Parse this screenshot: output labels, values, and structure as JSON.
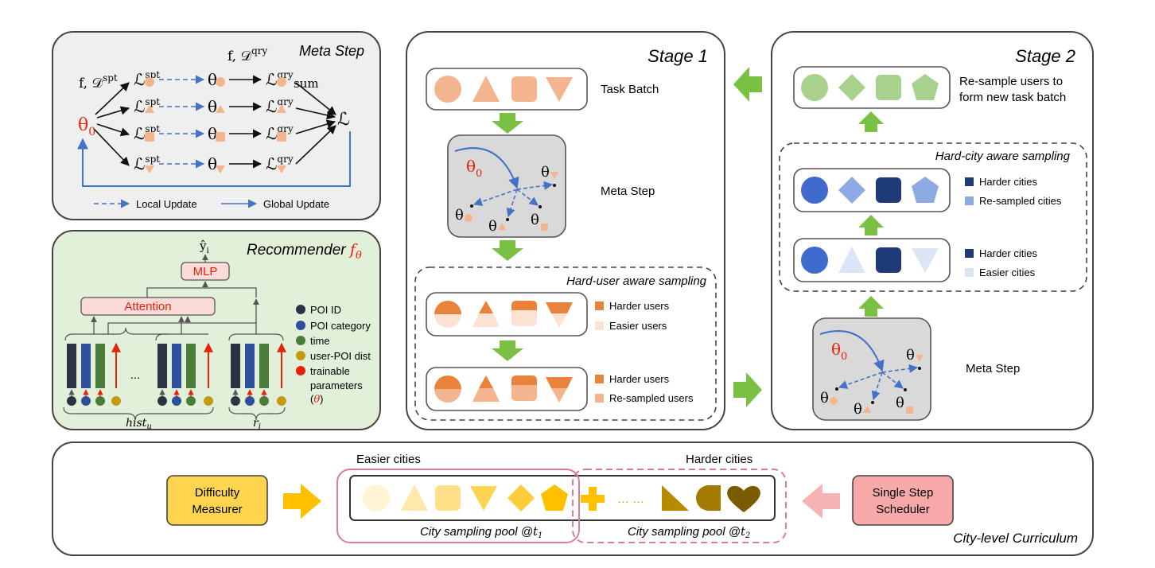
{
  "meta_step_panel": {
    "title": "Meta Step",
    "theta0": "θ",
    "theta0_sub": "0",
    "f_d_spt_prefix": "f, 𝒟",
    "f_d_spt_sup": "spt",
    "f_d_qry_prefix": "f, 𝒟",
    "f_d_qry_sup": "qry",
    "loss_symbol": "ℒ",
    "spt_sup": "spt",
    "qry_sup": "qry",
    "theta": "θ",
    "sum_label": "sum",
    "legend_local": "Local Update",
    "legend_global": "Global Update"
  },
  "recommender_panel": {
    "title_prefix": "Recommender ",
    "title_f": "f",
    "title_sub": "θ",
    "mlp_label": "MLP",
    "attention_label": "Attention",
    "yhat": "ŷ",
    "yhat_sub": "i",
    "ellipsis": "...",
    "hist_label": "hist",
    "hist_sub": "u",
    "r_label": "r",
    "r_sub": "i",
    "legend": [
      {
        "label": "POI ID",
        "color": "#2b3444"
      },
      {
        "label": "POI category",
        "color": "#2e4f99"
      },
      {
        "label": "time",
        "color": "#4a7c3a"
      },
      {
        "label": "user-POI dist",
        "color": "#c49a14"
      },
      {
        "label": "trainable",
        "color": "#e8210c"
      }
    ],
    "legend_cont1": "parameters",
    "legend_cont2_open": "(",
    "legend_cont2_theta": "θ",
    "legend_cont2_close": ")"
  },
  "stage1": {
    "title": "Stage 1",
    "task_batch_label": "Task Batch",
    "meta_step_label": "Meta Step",
    "theta0": "θ",
    "theta0_sub": "0",
    "theta": "θ",
    "hard_user_title": "Hard-user aware sampling",
    "harder_users": "Harder users",
    "easier_users": "Easier users",
    "harder_users2": "Harder users",
    "resampled_users": "Re-sampled users"
  },
  "stage2": {
    "title": "Stage 2",
    "resample_line1": "Re-sample users to",
    "resample_line2": "form new task batch",
    "hard_city_title": "Hard-city aware sampling",
    "harder_cities_1": "Harder cities",
    "resampled_cities": "Re-sampled cities",
    "harder_cities_2": "Harder cities",
    "easier_cities": "Easier cities",
    "meta_step_label": "Meta Step",
    "theta0": "θ",
    "theta0_sub": "0",
    "theta": "θ"
  },
  "curriculum": {
    "title": "City-level Curriculum",
    "easier_cities": "Easier cities",
    "harder_cities": "Harder cities",
    "difficulty_line1": "Difficulty",
    "difficulty_line2": "Measurer",
    "scheduler_line1": "Single Step",
    "scheduler_line2": "Scheduler",
    "pool_t1": "City sampling pool @",
    "pool_t1_var": "t",
    "pool_t1_sub": "1",
    "pool_t2": "City sampling pool @",
    "pool_t2_var": "t",
    "pool_t2_sub": "2",
    "dots": "… …"
  },
  "colors": {
    "orange_light": "#f4b58e",
    "orange_dark": "#e9823a",
    "orange_pale": "#fbe2d3",
    "green": "#a9d18e",
    "green_arrow": "#7ac143",
    "blue_dark": "#3f6bcf",
    "blue_mid": "#8eaae3",
    "blue_pale": "#dbe5f6",
    "navy": "#1e3a78",
    "yellow": "#ffd54f",
    "gold": "#ffc000",
    "pink_arrow": "#f7b4b4",
    "pink_box": "#f7a9a9",
    "red_theta": "#e8210c",
    "arrow_blue": "#4472c4"
  }
}
